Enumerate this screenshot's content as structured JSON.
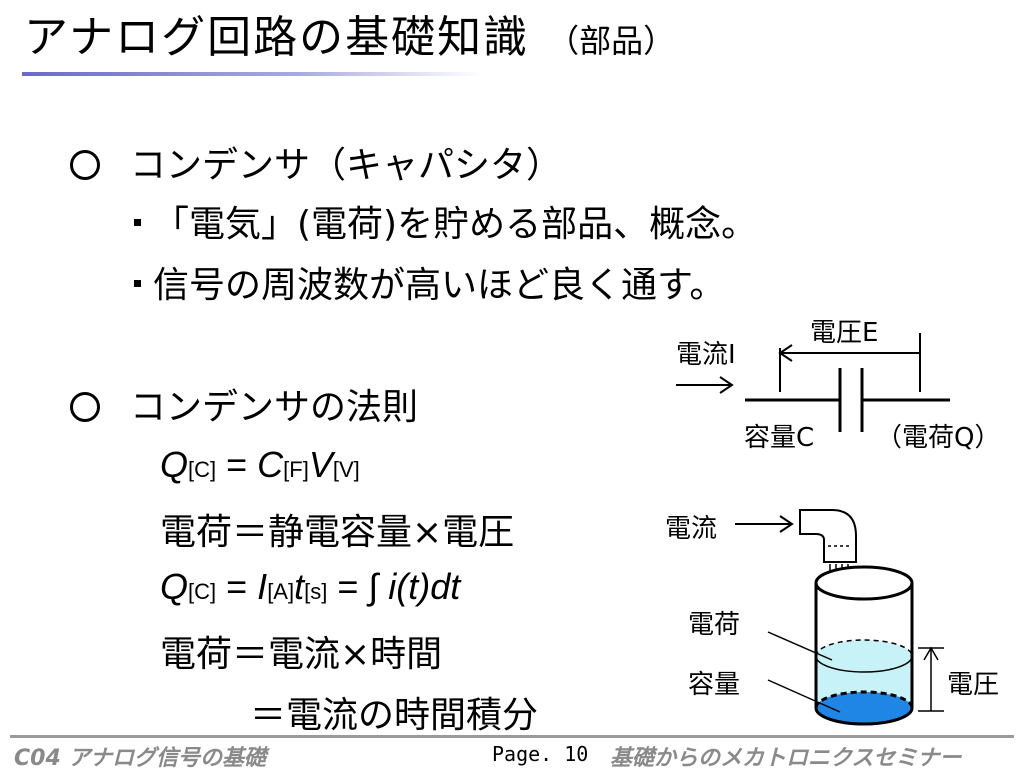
{
  "title": {
    "main": "アナログ回路の基礎知識",
    "sub": "（部品）"
  },
  "section1": {
    "heading": "コンデンサ（キャパシタ）",
    "bullets": [
      "「電気」(電荷)を貯める部品、概念。",
      "信号の周波数が高いほど良く通す。"
    ]
  },
  "section2": {
    "heading": "コンデンサの法則",
    "eq1": {
      "q": "Q",
      "q_unit": "[C]",
      "eq": " = ",
      "c": "C",
      "c_unit": "[F]",
      "v": "V",
      "v_unit": "[V]"
    },
    "eq1_text": "電荷＝静電容量×電圧",
    "eq2": {
      "q": "Q",
      "q_unit": "[C]",
      "eq": " = ",
      "i": "I",
      "i_unit": "[A]",
      "t": "t",
      "t_unit": "[s]",
      "eq2": " = ",
      "integral": "∫",
      "expr": "i(t)dt"
    },
    "eq2_text": "電荷＝電流×時間",
    "eq3_text": "＝電流の時間積分"
  },
  "diagram_top": {
    "voltage": "電圧E",
    "current": "電流I",
    "capacity": "容量C",
    "charge": "（電荷Q）"
  },
  "diagram_bottom": {
    "current": "電流",
    "charge": "電荷",
    "capacity": "容量",
    "voltage": "電圧"
  },
  "footer": {
    "left": "C04 アナログ信号の基礎",
    "page": "Page. 10",
    "right": "基礎からのメカトロニクスセミナー"
  }
}
